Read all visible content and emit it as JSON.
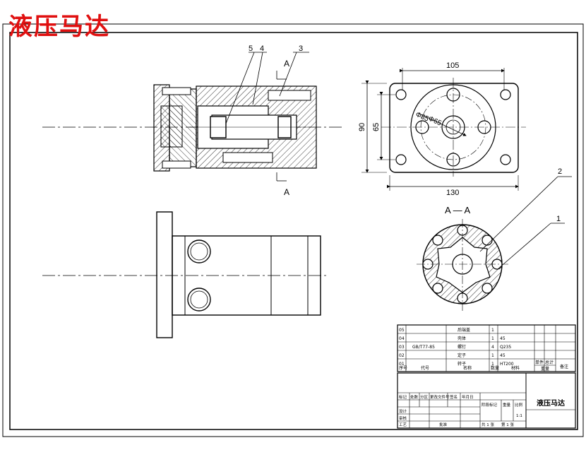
{
  "watermark_title": "液压马达",
  "labels": {
    "part_3": "3",
    "part_4": "4",
    "part_5": "5",
    "part_2": "2",
    "part_1": "1",
    "section_a_top": "A",
    "section_a_bottom": "A",
    "section_view": "A — A"
  },
  "dimensions": {
    "width_105": "105",
    "width_130": "130",
    "height_90": "90",
    "height_65": "65",
    "diameter_85": "Φ85",
    "diameter_65": "Φ65"
  },
  "bom": {
    "rows": [
      {
        "no": "05",
        "code": "",
        "name": "后端盖",
        "qty": "1",
        "material": ""
      },
      {
        "no": "04",
        "code": "",
        "name": "壳体",
        "qty": "1",
        "material": "45"
      },
      {
        "no": "03",
        "code": "GB/T77-85",
        "name": "螺钉",
        "qty": "4",
        "material": "Q235"
      },
      {
        "no": "02",
        "code": "",
        "name": "定子",
        "qty": "1",
        "material": "45"
      },
      {
        "no": "01",
        "code": "",
        "name": "转子",
        "qty": "1",
        "material": "HT200"
      }
    ],
    "header": {
      "no": "序号",
      "code": "代号",
      "name": "名称",
      "qty": "数量",
      "material": "材料",
      "unit_weight": "单件",
      "total_weight": "总计",
      "weight": "重量",
      "remark": "备注"
    }
  },
  "title_block": {
    "drawing_name": "液压马达",
    "mark": "标记",
    "count": "处数",
    "zone": "分区",
    "change_doc": "更改文件号",
    "sign": "签名",
    "date": "年月日",
    "designer": "设计",
    "checker": "审核",
    "process": "工艺",
    "approve": "批准",
    "stage_mark": "阶段标记",
    "weight_label": "重量",
    "scale_label": "比例",
    "scale_value": "1:1",
    "sheet_total": "共 1 张",
    "sheet_no": "第 1 张"
  }
}
